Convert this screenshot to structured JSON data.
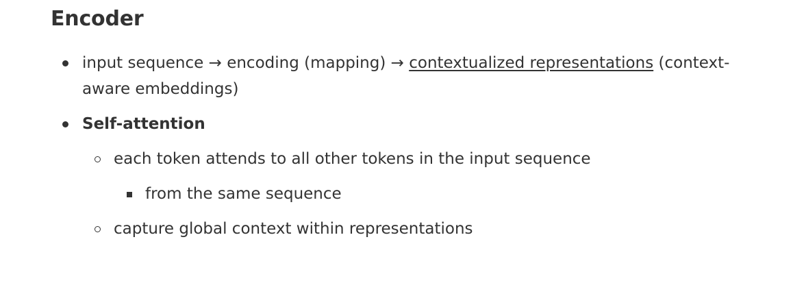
{
  "heading": "Encoder",
  "items": {
    "first": {
      "part1": "input sequence → encoding (mapping) → ",
      "link": "contextualized representations",
      "part2": " (context-",
      "line2": "aware embeddings)"
    },
    "second": {
      "label": "Self-attention",
      "children": [
        {
          "text": "each token attends to all other tokens in the input sequence",
          "children": [
            {
              "text": "from the same sequence"
            }
          ]
        },
        {
          "text": "capture global context within representations"
        }
      ]
    }
  }
}
